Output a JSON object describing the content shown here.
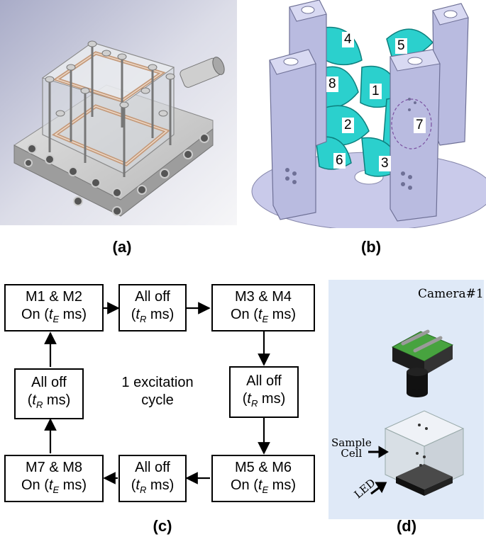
{
  "captions": {
    "a": "(a)",
    "b": "(b)",
    "c": "(c)",
    "d": "(d)"
  },
  "magnet_labels": [
    "4",
    "5",
    "8",
    "1",
    "2",
    "7",
    "6",
    "3"
  ],
  "flow": {
    "center_label_line1": "1 excitation",
    "center_label_line2": "cycle",
    "boxes": [
      {
        "line1": "M1 & M2",
        "line2_pre": "On (",
        "sym": "t",
        "sub": "E",
        "line2_post": " ms)"
      },
      {
        "line1": "All off",
        "line2_pre": "(",
        "sym": "t",
        "sub": "R",
        "line2_post": " ms)"
      },
      {
        "line1": "M3 & M4",
        "line2_pre": "On (",
        "sym": "t",
        "sub": "E",
        "line2_post": " ms)"
      },
      {
        "line1": "All off",
        "line2_pre": "(",
        "sym": "t",
        "sub": "R",
        "line2_post": " ms)"
      },
      {
        "line1": "M5 & M6",
        "line2_pre": "On (",
        "sym": "t",
        "sub": "E",
        "line2_post": " ms)"
      },
      {
        "line1": "All off",
        "line2_pre": "(",
        "sym": "t",
        "sub": "R",
        "line2_post": " ms)"
      },
      {
        "line1": "M7 & M8",
        "line2_pre": "On (",
        "sym": "t",
        "sub": "E",
        "line2_post": " ms)"
      },
      {
        "line1": "All off",
        "line2_pre": "(",
        "sym": "t",
        "sub": "R",
        "line2_post": " ms)"
      }
    ]
  },
  "setup": {
    "camera_label": "Camera#1",
    "sample_label_line1": "Sample",
    "sample_label_line2": "Cell",
    "led_label": "LED"
  },
  "colors": {
    "frame": "#a8a9c4",
    "magnet": "#28cfcc",
    "camera_green": "#3f9a3a",
    "panel_d_bg": "#dfe9f7"
  }
}
